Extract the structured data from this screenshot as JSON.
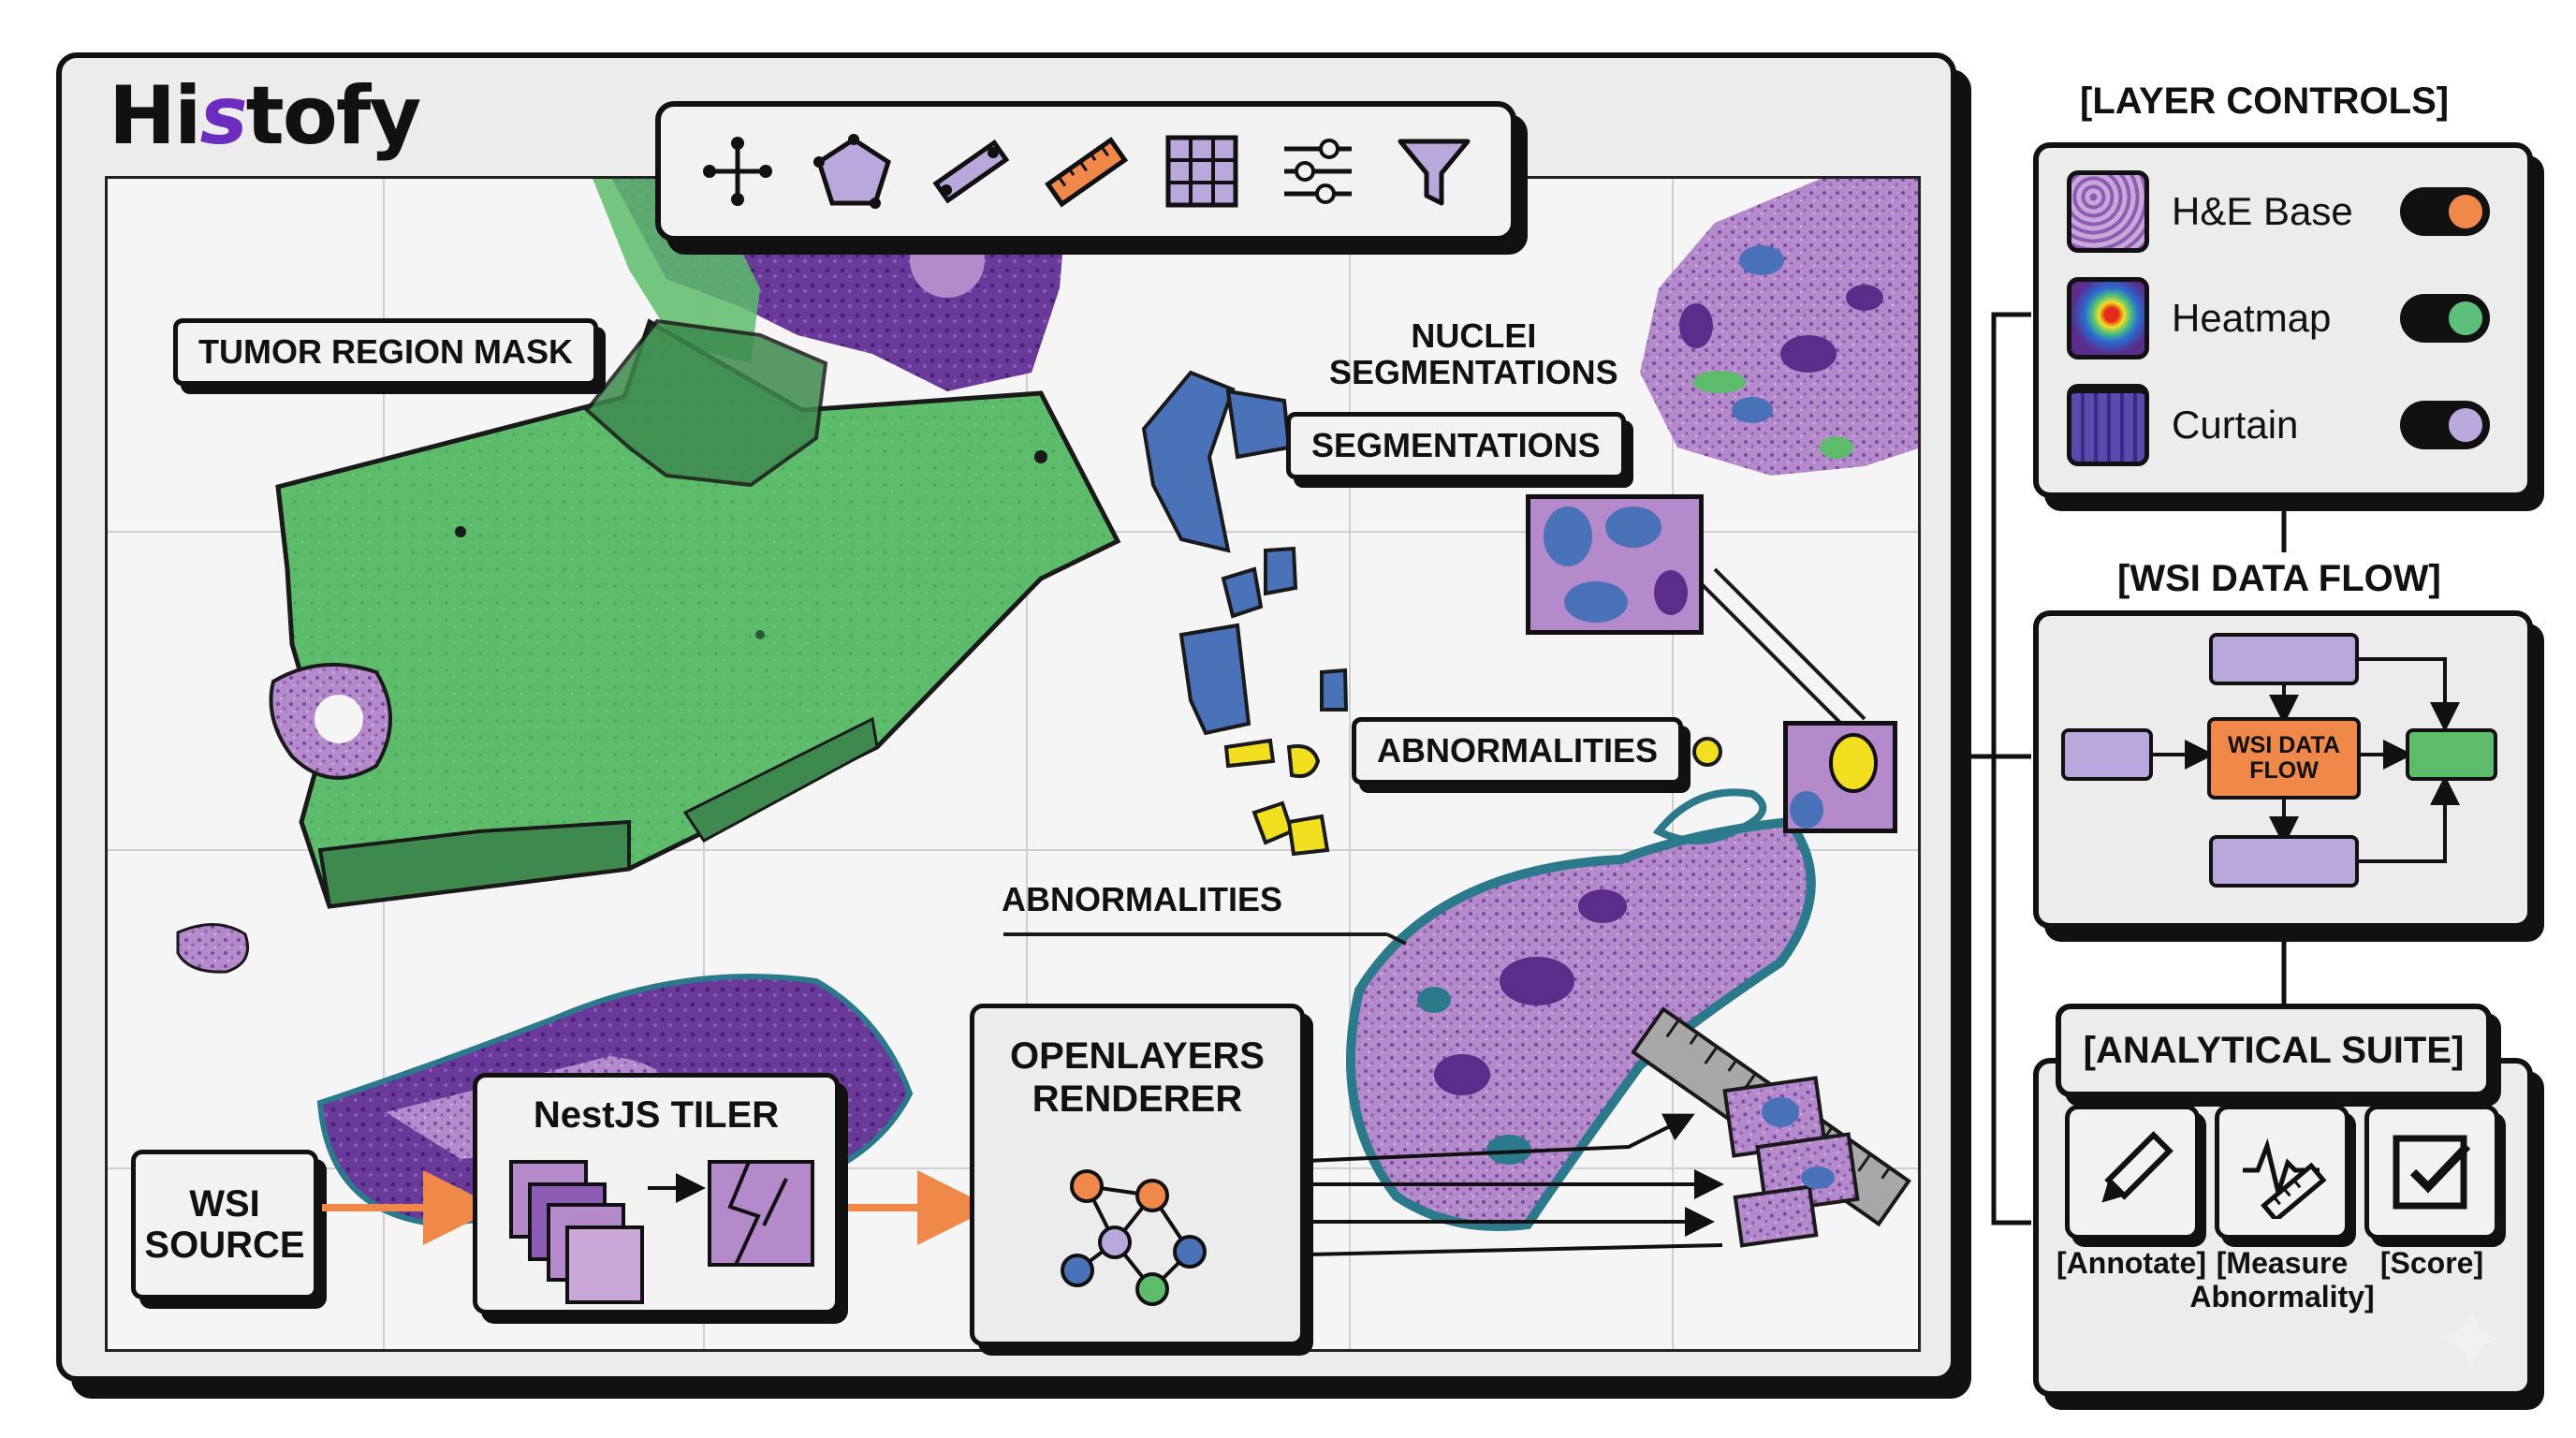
{
  "app": {
    "title_part1": "Hi",
    "title_part2": "tofy"
  },
  "toolbar": {
    "tools": [
      {
        "name": "pan-tool",
        "icon": "move-icon"
      },
      {
        "name": "polygon-tool",
        "icon": "polygon-icon"
      },
      {
        "name": "line-tool",
        "icon": "line-icon"
      },
      {
        "name": "ruler-tool",
        "icon": "ruler-icon"
      },
      {
        "name": "grid-tool",
        "icon": "grid-icon"
      },
      {
        "name": "adjust-tool",
        "icon": "sliders-icon"
      },
      {
        "name": "filter-tool",
        "icon": "funnel-icon"
      }
    ]
  },
  "viewer": {
    "tumor_callout": "TUMOR REGION MASK",
    "nuclei_label_line1": "NUCLEI",
    "nuclei_label_line2": "SEGMENTATIONS",
    "segmentations_callout": "SEGMENTATIONS",
    "abnormalities_callout": "ABNORMALITIES",
    "abnormalities_label": "ABNORMALITIES"
  },
  "pipeline": {
    "source_line1": "WSI",
    "source_line2": "SOURCE",
    "tiler": "NestJS TILER",
    "renderer_line1": "OPENLAYERS",
    "renderer_line2": "RENDERER"
  },
  "layer_controls": {
    "header": "[LAYER CONTROLS]",
    "layers": [
      {
        "name": "H&E Base",
        "knob_color": "#f0884a"
      },
      {
        "name": "Heatmap",
        "knob_color": "#5cc07a"
      },
      {
        "name": "Curtain",
        "knob_color": "#b9a9dd"
      }
    ]
  },
  "data_flow": {
    "header": "[WSI DATA FLOW]",
    "center_line1": "WSI DATA",
    "center_line2": "FLOW"
  },
  "analytical_suite": {
    "header": "[ANALYTICAL SUITE]",
    "buttons": [
      {
        "label_line1": "[Annotate]",
        "label_line2": "",
        "icon": "pencil-icon"
      },
      {
        "label_line1": "[Measure",
        "label_line2": "Abnormality]",
        "icon": "measure-icon"
      },
      {
        "label_line1": "[Score]",
        "label_line2": "",
        "icon": "checkbox-icon"
      }
    ]
  },
  "colors": {
    "tumor_green": "#5cbc6a",
    "nuclei_blue": "#4a72b8",
    "abnormal_yellow": "#f2e020",
    "tissue_purple": "#a879c4",
    "dark_purple": "#5a2d8a",
    "teal": "#2a7a8c",
    "accent_orange": "#f0884a",
    "flow_lavender": "#b8a8dc"
  }
}
